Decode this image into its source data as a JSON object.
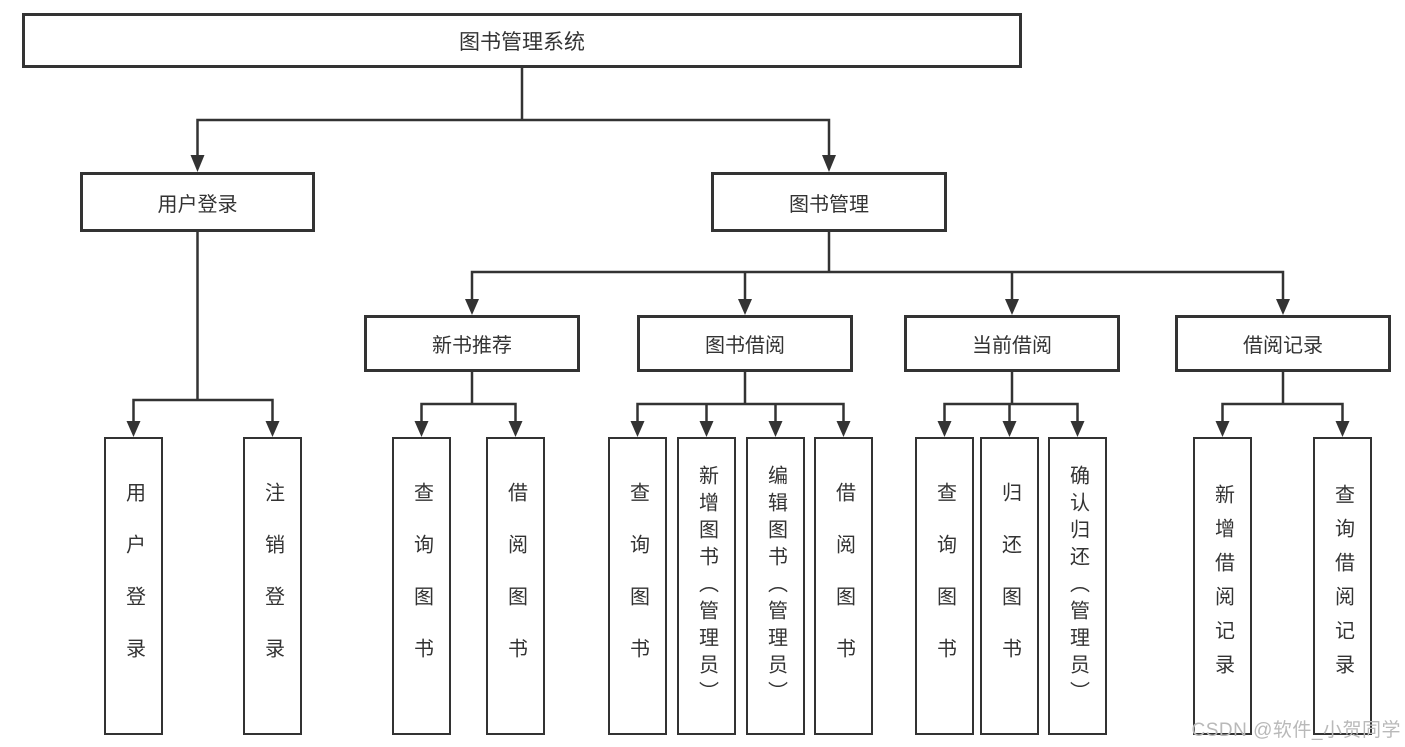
{
  "diagram_title": "图书管理系统",
  "watermark": "CSDN @软件_小贺同学",
  "colors": {
    "line": "#333333",
    "box_border": "#333333",
    "text": "#333333",
    "watermark": "#b9b9b9",
    "background": "#ffffff"
  },
  "tree": {
    "label": "图书管理系统",
    "children": [
      {
        "label": "用户登录",
        "children": [
          {
            "label": "用户登录"
          },
          {
            "label": "注销登录"
          }
        ]
      },
      {
        "label": "图书管理",
        "children": [
          {
            "label": "新书推荐",
            "children": [
              {
                "label": "查询图书"
              },
              {
                "label": "借阅图书"
              }
            ]
          },
          {
            "label": "图书借阅",
            "children": [
              {
                "label": "查询图书"
              },
              {
                "label": "新增图书（管理员）"
              },
              {
                "label": "编辑图书（管理员）"
              },
              {
                "label": "借阅图书"
              }
            ]
          },
          {
            "label": "当前借阅",
            "children": [
              {
                "label": "查询图书"
              },
              {
                "label": "归还图书"
              },
              {
                "label": "确认归还（管理员）"
              }
            ]
          },
          {
            "label": "借阅记录",
            "children": [
              {
                "label": "新增借阅记录"
              },
              {
                "label": "查询借阅记录"
              }
            ]
          }
        ]
      }
    ]
  }
}
